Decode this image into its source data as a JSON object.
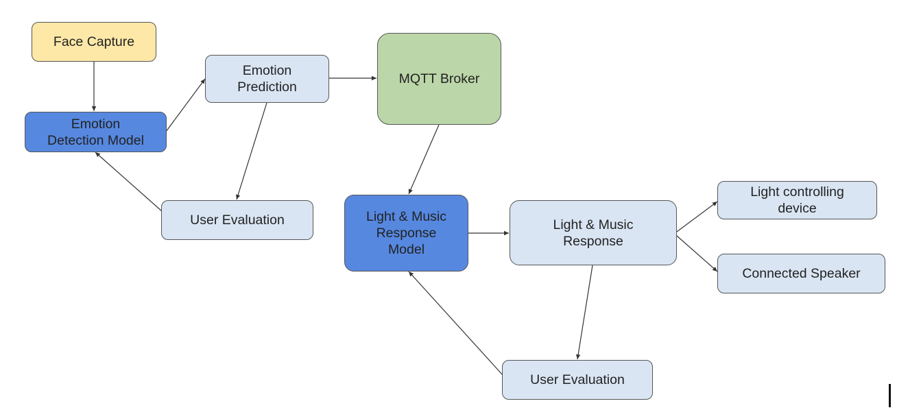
{
  "colors": {
    "face_capture": "#fde8a8",
    "light_blue": "#d9e5f3",
    "dark_blue": "#5688e0",
    "green": "#bbd6a8",
    "border": "#555555",
    "arrow": "#333333"
  },
  "nodes": {
    "face_capture": {
      "label": "Face Capture"
    },
    "emotion_detection_model": {
      "label": "Emotion\nDetection Model"
    },
    "emotion_prediction": {
      "label": "Emotion\nPrediction"
    },
    "mqtt_broker": {
      "label": "MQTT Broker"
    },
    "user_evaluation_1": {
      "label": "User Evaluation"
    },
    "light_music_response_model": {
      "label": "Light & Music\nResponse\nModel"
    },
    "light_music_response": {
      "label": "Light & Music\nResponse"
    },
    "light_controlling_device": {
      "label": "Light controlling\ndevice"
    },
    "connected_speaker": {
      "label": "Connected Speaker"
    },
    "user_evaluation_2": {
      "label": "User Evaluation"
    }
  },
  "edges": [
    {
      "from": "Face Capture",
      "to": "Emotion Detection Model"
    },
    {
      "from": "Emotion Detection Model",
      "to": "Emotion Prediction"
    },
    {
      "from": "Emotion Prediction",
      "to": "MQTT Broker"
    },
    {
      "from": "Emotion Prediction",
      "to": "User Evaluation"
    },
    {
      "from": "User Evaluation",
      "to": "Emotion Detection Model"
    },
    {
      "from": "MQTT Broker",
      "to": "Light & Music Response Model"
    },
    {
      "from": "Light & Music Response Model",
      "to": "Light & Music Response"
    },
    {
      "from": "Light & Music Response",
      "to": "Light controlling device"
    },
    {
      "from": "Light & Music Response",
      "to": "Connected Speaker"
    },
    {
      "from": "Light & Music Response",
      "to": "User Evaluation"
    },
    {
      "from": "User Evaluation",
      "to": "Light & Music Response Model"
    }
  ]
}
